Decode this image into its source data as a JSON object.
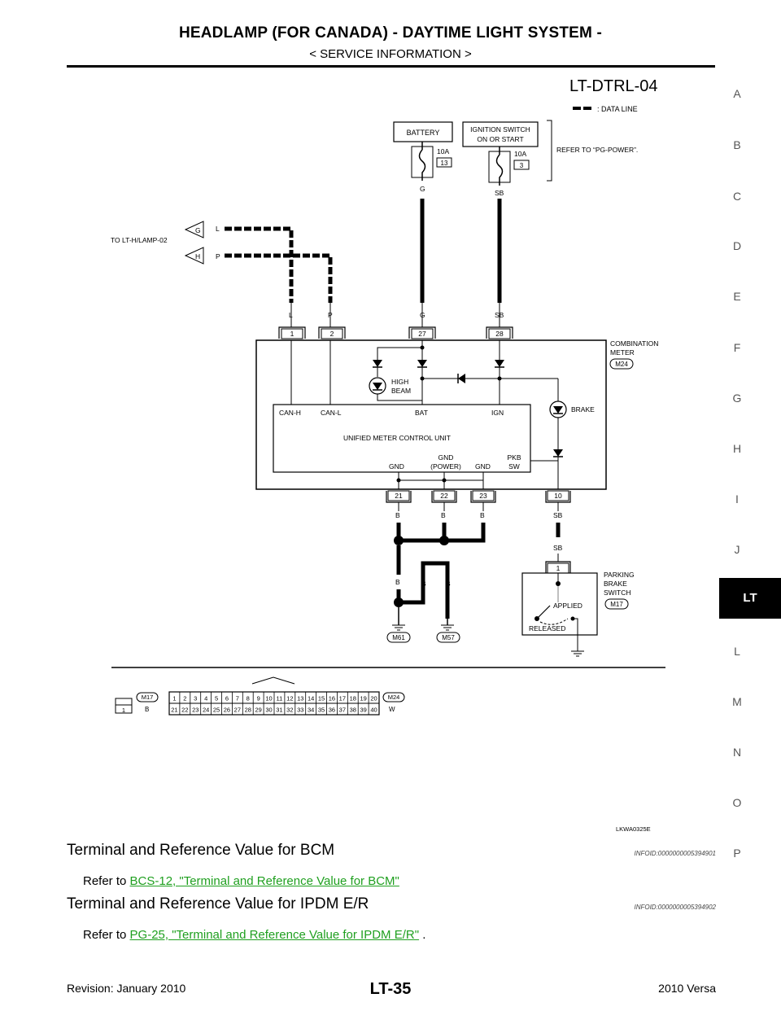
{
  "header": {
    "title": "HEADLAMP (FOR CANADA) - DAYTIME LIGHT SYSTEM -",
    "subtitle": "< SERVICE INFORMATION >"
  },
  "side_index": {
    "letters": [
      "A",
      "B",
      "C",
      "D",
      "E",
      "F",
      "G",
      "H",
      "I",
      "J",
      "LT",
      "L",
      "M",
      "N",
      "O",
      "P"
    ],
    "active": "LT"
  },
  "diagram": {
    "id": "LT-DTRL-04",
    "legend": ": DATA LINE",
    "battery": "BATTERY",
    "ignition_line1": "IGNITION SWITCH",
    "ignition_line2": "ON OR START",
    "refer_pg": "REFER TO “PG-POWER”.",
    "fuse1_amp": "10A",
    "fuse1_no": "13",
    "fuse2_amp": "10A",
    "fuse2_no": "3",
    "to_lamp": "TO LT-H/LAMP-02",
    "conn_g": "G",
    "conn_h": "H",
    "wire_l": "L",
    "wire_p": "P",
    "wire_g": "G",
    "wire_sb": "SB",
    "wire_b": "B",
    "pin_1": "1",
    "pin_2": "2",
    "pin_27": "27",
    "pin_28": "28",
    "pin_21": "21",
    "pin_22": "22",
    "pin_23": "23",
    "pin_10": "10",
    "combination_meter_line1": "COMBINATION",
    "combination_meter_line2": "METER",
    "m24": "M24",
    "m17": "M17",
    "m61": "M61",
    "m57": "M57",
    "high_beam_line1": "HIGH",
    "high_beam_line2": "BEAM",
    "brake": "BRAKE",
    "can_h": "CAN-H",
    "can_l": "CAN-L",
    "bat": "BAT",
    "ign": "IGN",
    "umcu": "UNIFIED METER CONTROL UNIT",
    "gnd": "GND",
    "gnd_power_line1": "GND",
    "gnd_power_line2": "(POWER)",
    "pkb_line1": "PKB",
    "pkb_line2": "SW",
    "pbs_line1": "PARKING",
    "pbs_line2": "BRAKE",
    "pbs_line3": "SWITCH",
    "applied": "APPLIED",
    "released": "RELEASED",
    "m17_color": "B",
    "m24_color": "W",
    "m17_pin": "1",
    "m24_top_pins": [
      "1",
      "2",
      "3",
      "4",
      "5",
      "6",
      "7",
      "8",
      "9",
      "10",
      "11",
      "12",
      "13",
      "14",
      "15",
      "16",
      "17",
      "18",
      "19",
      "20"
    ],
    "m24_bottom_pins": [
      "21",
      "22",
      "23",
      "24",
      "25",
      "26",
      "27",
      "28",
      "29",
      "30",
      "31",
      "32",
      "33",
      "34",
      "35",
      "36",
      "37",
      "38",
      "39",
      "40"
    ],
    "figure_code": "LKWA0325E"
  },
  "sections": [
    {
      "title": "Terminal and Reference Value for BCM",
      "infoid": "INFOID:0000000005394901",
      "refer_prefix": "Refer to ",
      "link": "BCS-12, \"Terminal and Reference Value for BCM\"",
      "suffix": ""
    },
    {
      "title": "Terminal and Reference Value for IPDM E/R",
      "infoid": "INFOID:0000000005394902",
      "refer_prefix": "Refer to ",
      "link": "PG-25, \"Terminal and Reference Value for IPDM E/R\"",
      "suffix": " ."
    }
  ],
  "footer": {
    "revision": "Revision: January 2010",
    "page": "LT-35",
    "model": "2010 Versa"
  }
}
